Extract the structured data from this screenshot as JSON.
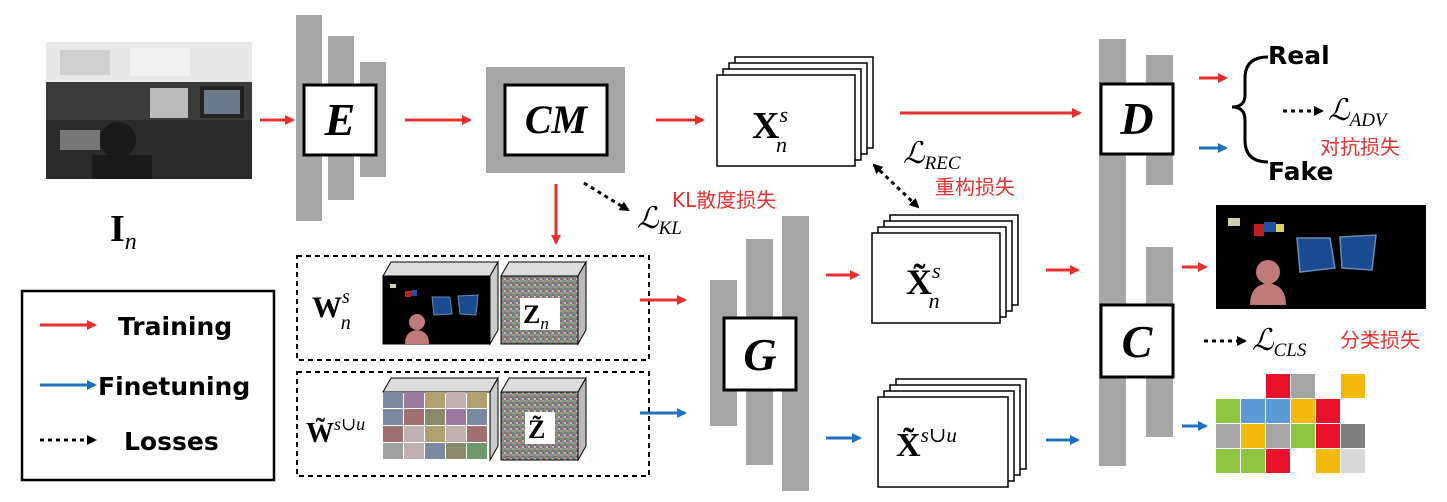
{
  "input": {
    "label": "I",
    "sub": "n"
  },
  "modules": {
    "encoder": "E",
    "cm": "CM",
    "generator": "G",
    "discriminator": "D",
    "classifier": "C"
  },
  "features": {
    "xs": {
      "base": "X",
      "sup": "s",
      "sub": "n"
    },
    "xs_tilde": {
      "base": "X̃",
      "sup": "s",
      "sub": "n"
    },
    "xsu_tilde": {
      "base": "X̃",
      "sup": "s∪u"
    }
  },
  "inputs_block": {
    "w_seen": {
      "base": "W",
      "sup": "s",
      "sub": "n"
    },
    "z_seen": {
      "base": "Z",
      "sub": "n"
    },
    "w_all": {
      "base": "W̃",
      "sup": "s∪u"
    },
    "z_all": {
      "base": "Z̃"
    }
  },
  "losses": {
    "kl": {
      "symbol": "ℒ",
      "sub": "KL",
      "cn": "KL散度损失"
    },
    "rec": {
      "symbol": "ℒ",
      "sub": "REC",
      "cn": "重构损失"
    },
    "adv": {
      "symbol": "ℒ",
      "sub": "ADV",
      "cn": "对抗损失"
    },
    "cls": {
      "symbol": "ℒ",
      "sub": "CLS",
      "cn": "分类损失"
    }
  },
  "outputs": {
    "real": "Real",
    "fake": "Fake"
  },
  "legend": {
    "training": "Training",
    "finetuning": "Finetuning",
    "losses": "Losses"
  },
  "colors": {
    "training": "#e8312f",
    "finetuning": "#1f72c0",
    "loss": "#000000",
    "bar": "#a6a6a6"
  }
}
